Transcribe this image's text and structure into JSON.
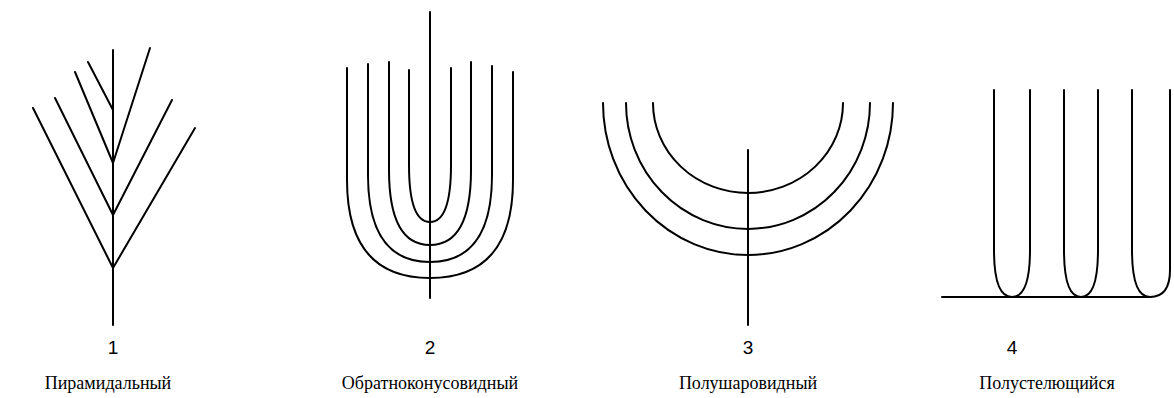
{
  "diagram": {
    "labels": [
      "1",
      "Пирамидальный",
      "2",
      "Обратноконусовидный",
      "3",
      "Полушаровидный",
      "4",
      "Полустелющийся"
    ]
  }
}
